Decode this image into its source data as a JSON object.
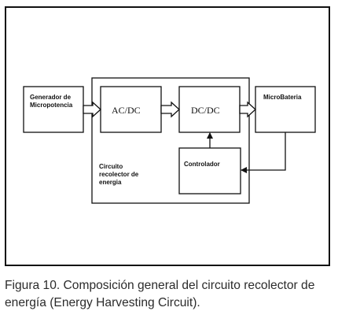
{
  "diagram": {
    "blocks": {
      "generator": [
        "Generador de",
        "Micropotencia"
      ],
      "acdc": "AC/DC",
      "dcdc": "DC/DC",
      "battery": "MicroBateria",
      "controller": "Controlador",
      "circuit": [
        "Circuito",
        "recolector de",
        "energia"
      ]
    }
  },
  "caption": "Figura 10. Composición general del circuito recolector de energía (Energy Harvesting Circuit)."
}
